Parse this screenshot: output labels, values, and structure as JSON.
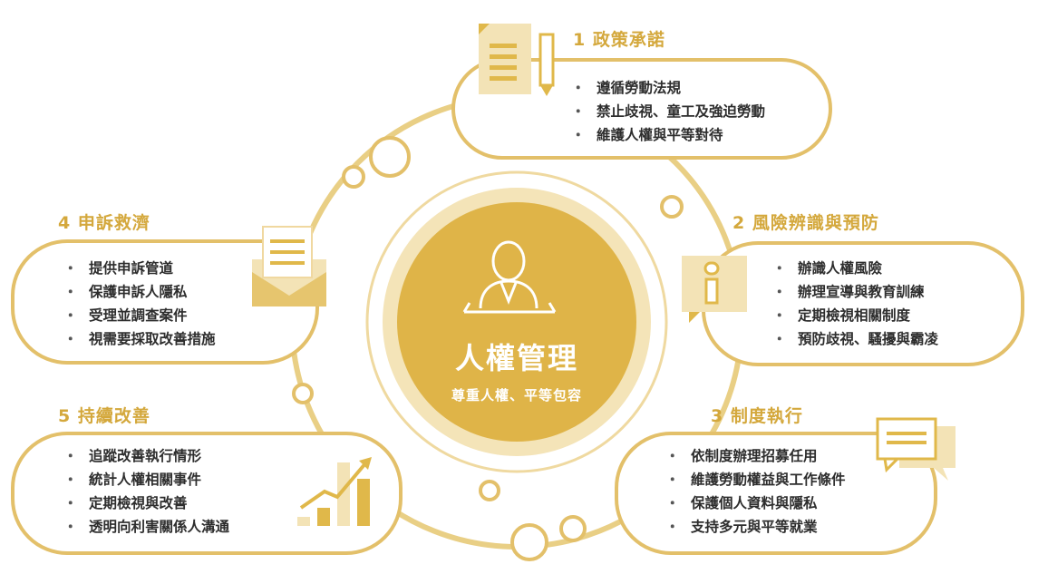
{
  "colors": {
    "gold": "#e0b84a",
    "gold_dark": "#d4a83c",
    "gold_light": "#f3e3b6",
    "ring": "#e9cf85",
    "text": "#2d2d2d"
  },
  "center": {
    "icon": "person-at-desk-icon",
    "title": "人權管理",
    "subtitle": "尊重人權、平等包容"
  },
  "sections": [
    {
      "title": "1 政策承諾",
      "icon": "document-pen-icon",
      "bullet": "・",
      "items": [
        "遵循勞動法規",
        "禁止歧視、童工及強迫勞動",
        "維護人權與平等對待"
      ]
    },
    {
      "title": "2 風險辨識與預防",
      "icon": "info-sign-icon",
      "bullet": "・",
      "items": [
        "辦識人權風險",
        "辦理宣導與教育訓練",
        "定期檢視相關制度",
        "預防歧視、騷擾與霸凌"
      ]
    },
    {
      "title": "3 制度執行",
      "icon": "chat-bubbles-icon",
      "bullet": "・",
      "items": [
        "依制度辦理招募任用",
        "維護勞動權益與工作條件",
        "保護個人資料與隱私",
        "支持多元與平等就業"
      ]
    },
    {
      "title": "4 申訴救濟",
      "icon": "mail-envelope-icon",
      "bullet": "・",
      "items": [
        "提供申訴管道",
        "保護申訴人隱私",
        "受理並調查案件",
        "視需要採取改善措施"
      ]
    },
    {
      "title": "5 持續改善",
      "icon": "growth-chart-icon",
      "bullet": "・",
      "items": [
        "追蹤改善執行情形",
        "統計人權相關事件",
        "定期檢視與改善",
        "透明向利害關係人溝通"
      ]
    }
  ]
}
